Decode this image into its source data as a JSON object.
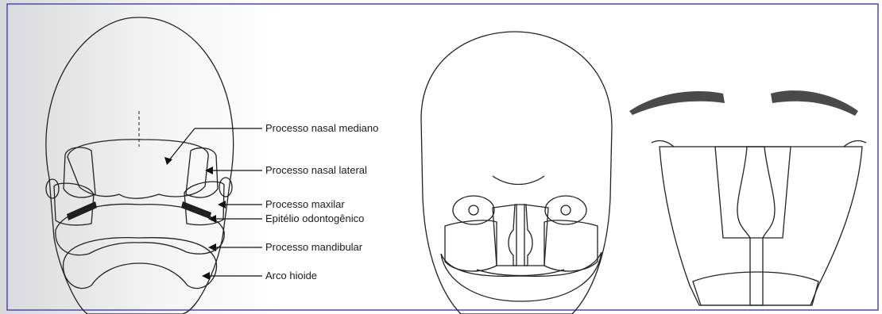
{
  "figure": {
    "colors": {
      "frame": "#4a4aa8",
      "skin": "#f6eedb",
      "nasal_medial": "#2e6fb0",
      "nasal_lateral": "#2e8f66",
      "maxillary": "#3aa04a",
      "mandibular": "#c9e09a",
      "hyoid": "#8a4e78"
    },
    "labels": [
      {
        "id": "processo-nasal-mediano",
        "text": "Processo nasal mediano"
      },
      {
        "id": "processo-nasal-lateral",
        "text": "Processo nasal lateral"
      },
      {
        "id": "processo-maxilar",
        "text": "Processo maxilar"
      },
      {
        "id": "epitelio-odontogenico",
        "text": "Epitélio odontogênico"
      },
      {
        "id": "processo-mandibular",
        "text": "Processo mandibular"
      },
      {
        "id": "arco-hioide",
        "text": "Arco hioide"
      }
    ]
  }
}
